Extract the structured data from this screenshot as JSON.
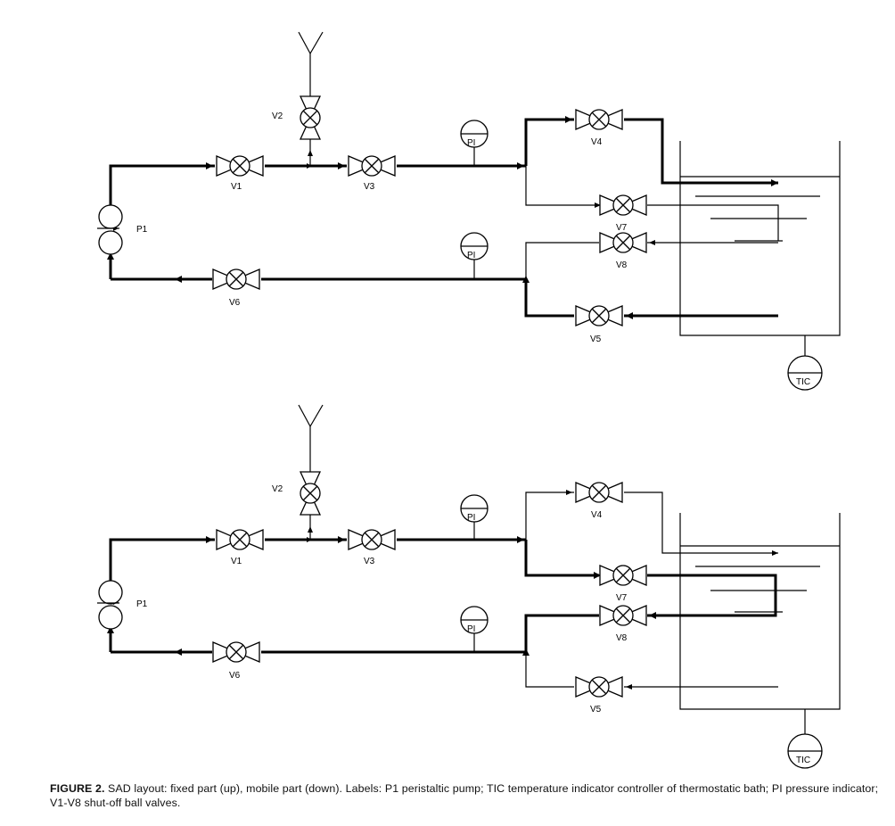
{
  "figure": {
    "label": "FIGURE 2.",
    "caption": "SAD layout: fixed part (up), mobile part (down). Labels: P1 peristaltic pump; TIC temperature indicator controller of thermostatic bath; PI pressure indicator; V1-V8 shut-off ball valves."
  },
  "panels": [
    {
      "name": "fixed part",
      "pump": "P1",
      "pressure_indicator_top": "PI",
      "pressure_indicator_bottom": "PI",
      "controller": "TIC",
      "valves": {
        "v1": "V1",
        "v2": "V2",
        "v3": "V3",
        "v4": "V4",
        "v5": "V5",
        "v6": "V6",
        "v7": "V7",
        "v8": "V8"
      }
    },
    {
      "name": "mobile part",
      "pump": "P1",
      "pressure_indicator_top": "PI",
      "pressure_indicator_bottom": "PI",
      "controller": "TIC",
      "valves": {
        "v1": "V1",
        "v2": "V2",
        "v3": "V3",
        "v4": "V4",
        "v5": "V5",
        "v6": "V6",
        "v7": "V7",
        "v8": "V8"
      }
    }
  ]
}
